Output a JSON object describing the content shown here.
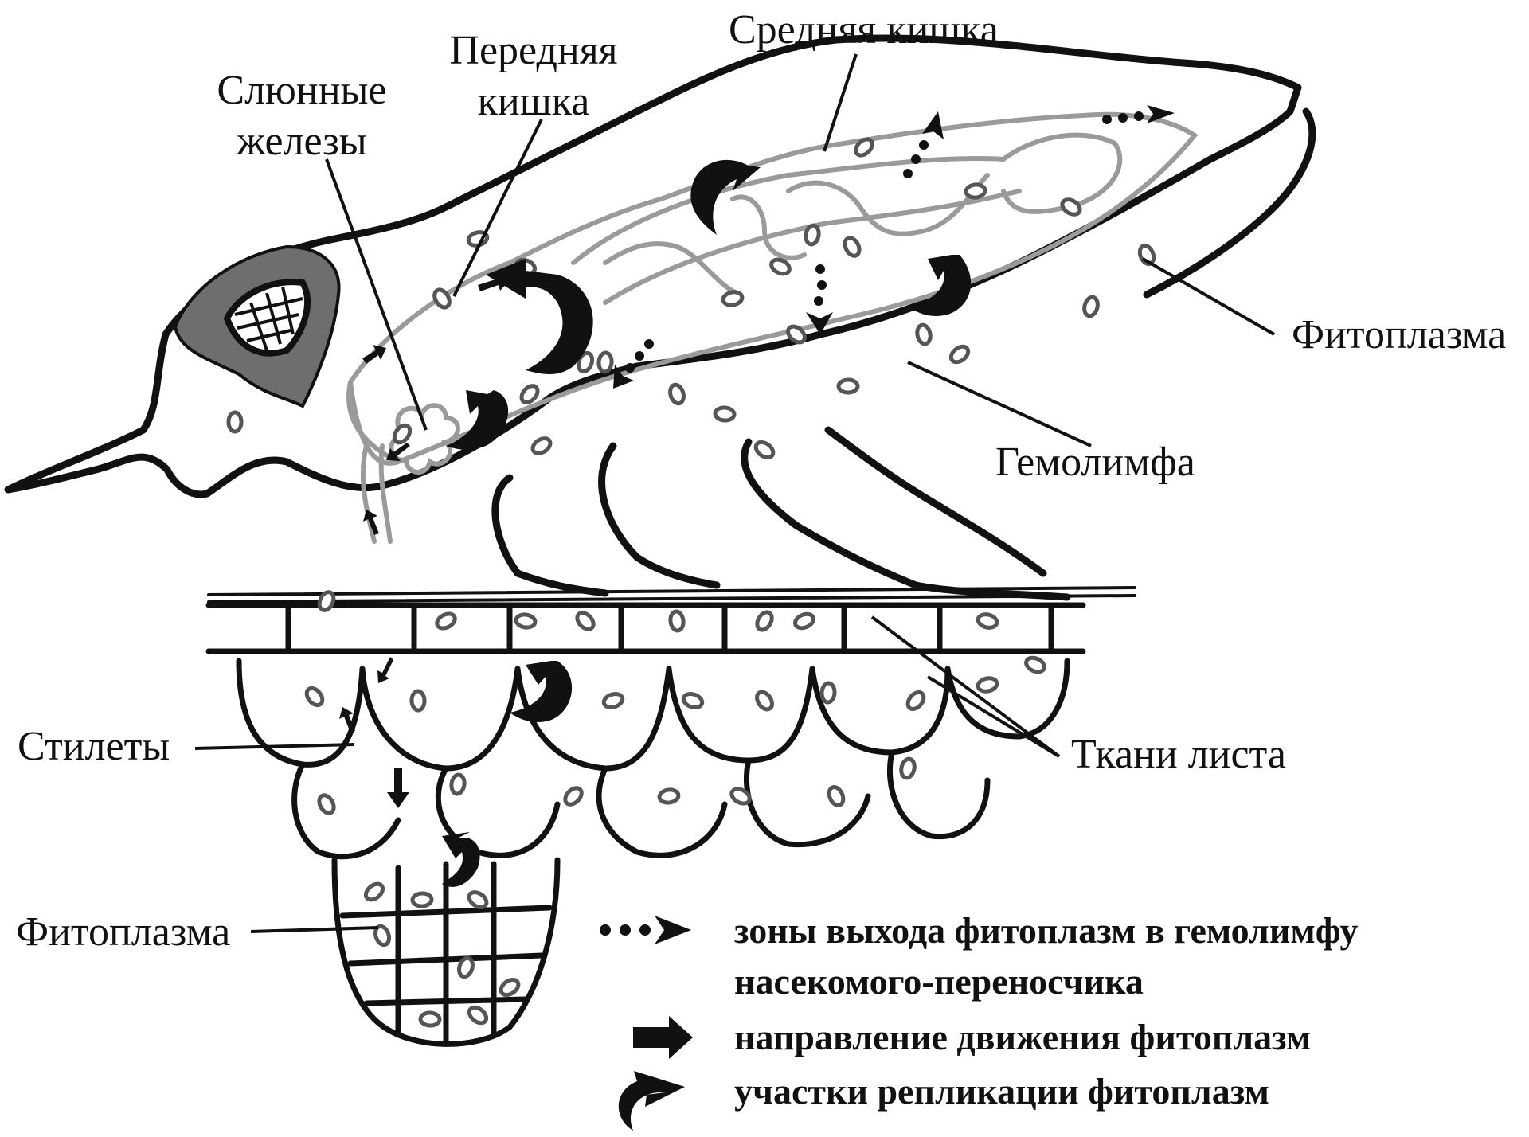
{
  "labels": {
    "salivary_glands": [
      "Слюнные",
      "железы"
    ],
    "foregut": [
      "Передняя",
      "кишка"
    ],
    "midgut": "Средняя кишка",
    "phytoplasma_insect": "Фитоплазма",
    "hemolymph": "Гемолимфа",
    "stylets": "Стилеты",
    "leaf_tissues": "Ткани листа",
    "phytoplasma_plant": "Фитоплазма"
  },
  "legend": [
    {
      "icon": "dotted-arrow-icon",
      "text": [
        "зоны выхода фитоплазм в гемолимфу",
        "насекомого-переносчика"
      ]
    },
    {
      "icon": "solid-arrow-icon",
      "text": [
        "направление движения фитоплазм"
      ]
    },
    {
      "icon": "curved-arrow-icon",
      "text": [
        "участки репликации фитоплазм"
      ]
    }
  ],
  "colors": {
    "ink": "#111111",
    "gut": "#9a9a9a",
    "eye": "#6e6e6e",
    "phytoplasma": "#555555"
  }
}
